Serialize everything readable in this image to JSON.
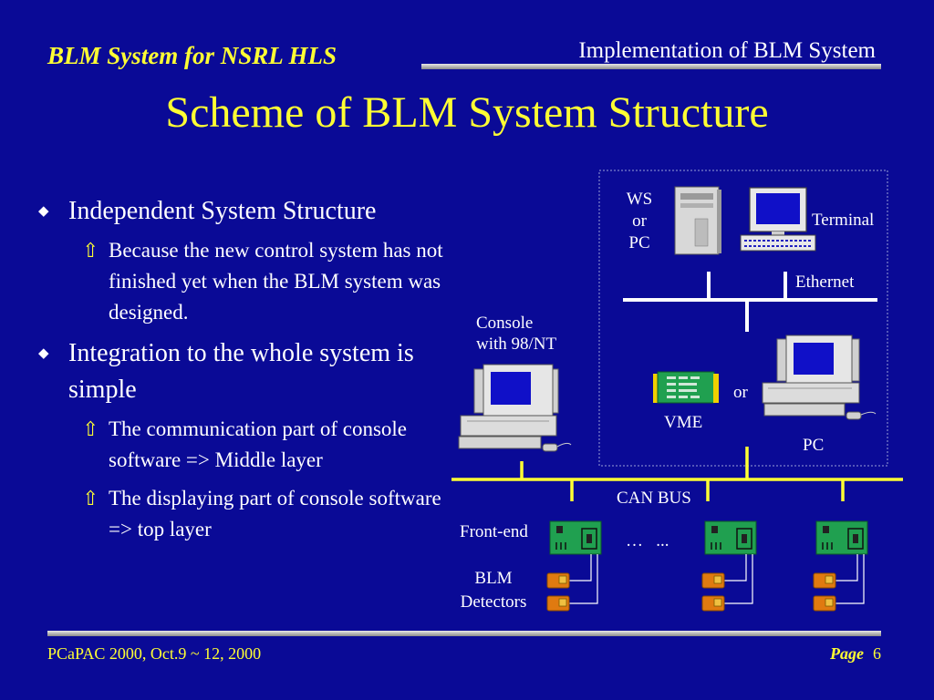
{
  "header": {
    "title": "BLM System for NSRL HLS",
    "section": "Implementation of BLM System"
  },
  "slide_title": "Scheme of BLM System Structure",
  "bullets": [
    {
      "text": "Independent System Structure",
      "subs": [
        "Because the new control system has not finished yet when the BLM system was designed."
      ]
    },
    {
      "text": "Integration to the whole system is simple",
      "subs": [
        "The communication part of console software => Middle layer",
        "The displaying part of console software => top layer"
      ]
    }
  ],
  "diagram": {
    "ws_label": "WS\nor\nPC",
    "terminal_label": "Terminal",
    "ethernet_label": "Ethernet",
    "console_label": "Console\nwith 98/NT",
    "vme_label": "VME",
    "or_label": "or",
    "pc_label": "PC",
    "canbus_label": "CAN BUS",
    "frontend_label": "Front-end",
    "ellipsis_label": "…   ...",
    "blm_label": "BLM\nDetectors"
  },
  "footer": {
    "conference": "PCaPAC 2000, Oct.9 ~ 12, 2000",
    "page_label": "Page",
    "page_number": "6"
  },
  "colors": {
    "background": "#0a0a96",
    "accent": "#ffff33",
    "text": "#ffffff"
  }
}
